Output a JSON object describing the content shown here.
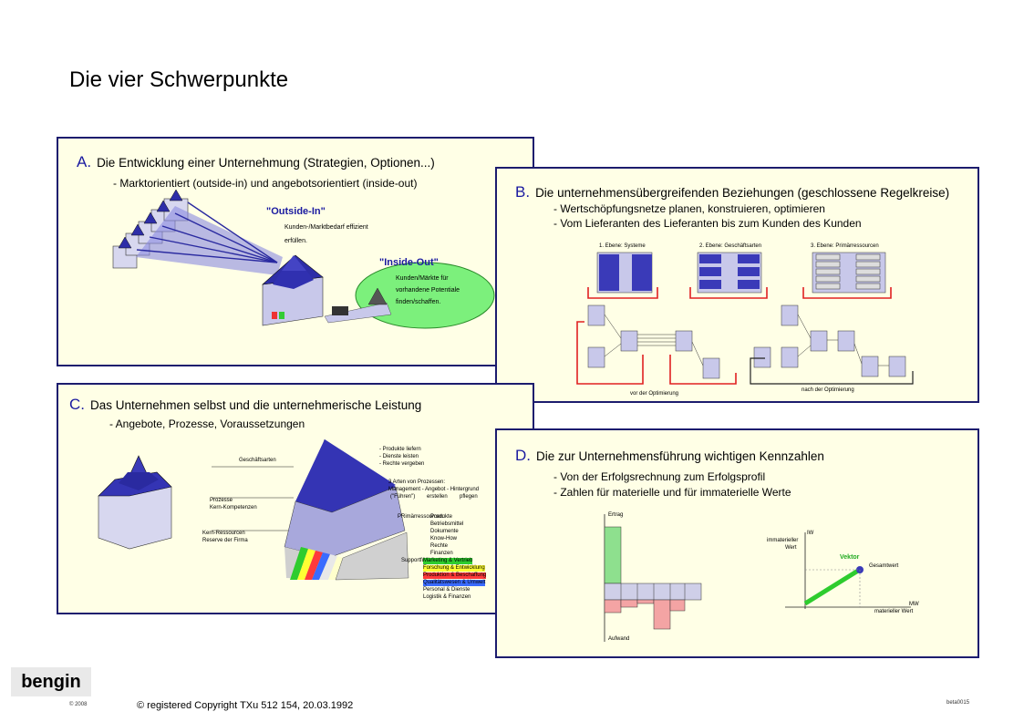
{
  "page": {
    "title": "Die vier Schwerpunkte"
  },
  "panel_a": {
    "letter": "A.",
    "heading": "Die Entwicklung einer Unternehmung (Strategien, Optionen...)",
    "bullets": [
      "- Marktorientiert (outside-in) und angebotsorientiert (inside-out)"
    ],
    "outside_in_label": "\"Outside-In\"",
    "outside_in_text": [
      "Kunden-/Marktbedarf effizient",
      "erfüllen."
    ],
    "inside_out_label": "\"Inside-Out\"",
    "inside_out_text": [
      "Kunden/Märkte für",
      "vorhandene Potentiale",
      "finden/schaffen."
    ]
  },
  "panel_b": {
    "letter": "B.",
    "heading": "Die unternehmensübergreifenden Beziehungen (geschlossene Regelkreise)",
    "bullets": [
      "- Wertschöpfungsnetze planen, konstruieren, optimieren",
      "- Vom Lieferanten des Lieferanten bis zum Kunden des Kunden"
    ],
    "level_labels": [
      "1. Ebene: Systeme",
      "2. Ebene: Geschäftsarten",
      "3. Ebene: Primärressourcen"
    ],
    "captions": [
      "vor der Optimierung",
      "nach der Optimierung"
    ]
  },
  "panel_c": {
    "letter": "C.",
    "heading": "Das Unternehmen selbst und die unternehmerische Leistung",
    "bullets": [
      "- Angebote, Prozesse, Voraussetzungen"
    ],
    "left_labels": [
      "Geschäftsarten",
      "Prozesse",
      "Kern-Kompetenzen",
      "Kern-Ressourcen",
      "Reserve der Firma"
    ],
    "right_top": [
      "- Produkte liefern",
      "- Dienste leisten",
      "- Rechte vergeben"
    ],
    "arten_heading": "3 Arten von Prozessen:",
    "arten_line": "Management - Angebot - Hintergrund",
    "arten_sub": [
      "(\"Führen\")",
      "erstellen",
      "pflegen"
    ],
    "primaer_heading": "PRimärressourcen:",
    "primaer_items": [
      "Produkte",
      "Betriebsmittel",
      "Dokumente",
      "Know-How",
      "Rechte",
      "Finanzen"
    ],
    "support_label": "Supportfunktionen:",
    "support_items": [
      "Marketing & Vertrieb",
      "Forschung & Entwicklung",
      "Produktion & Beschaffung",
      "Qualitätswesen & Umwelt",
      "Personal & Dienste",
      "Logistik & Finanzen"
    ],
    "support_colors": [
      "#2ecc2e",
      "#ffff33",
      "#ff3a3a",
      "#3a6bff",
      "#ffffff",
      "#ffffff"
    ]
  },
  "panel_d": {
    "letter": "D.",
    "heading": "Die zur Unternehmensführung wichtigen Kennzahlen",
    "bullets": [
      "- Von der Erfolgsrechnung zum Erfolgsprofil",
      "- Zahlen für materielle und für immaterielle Werte"
    ],
    "bar_axis_top": "Ertrag",
    "bar_axis_bottom": "Aufwand",
    "vec_y_label": [
      "IW",
      "immaterieller",
      "Wert"
    ],
    "vec_x_label": [
      "MW",
      "materieller Wert"
    ],
    "vector_label": "Vektor",
    "gesamtwert_label": "Gesamtwert"
  },
  "footer": {
    "logo": "bengin",
    "logo_sub": "© 2008",
    "copyright": "© registered Copyright TXu 512 154, 20.03.1992",
    "code": "beta0015"
  },
  "colors": {
    "accent": "#1a1aa0",
    "border": "#1c1c6e",
    "panel_bg": "#ffffe6",
    "pyramid": "#3434b4"
  }
}
